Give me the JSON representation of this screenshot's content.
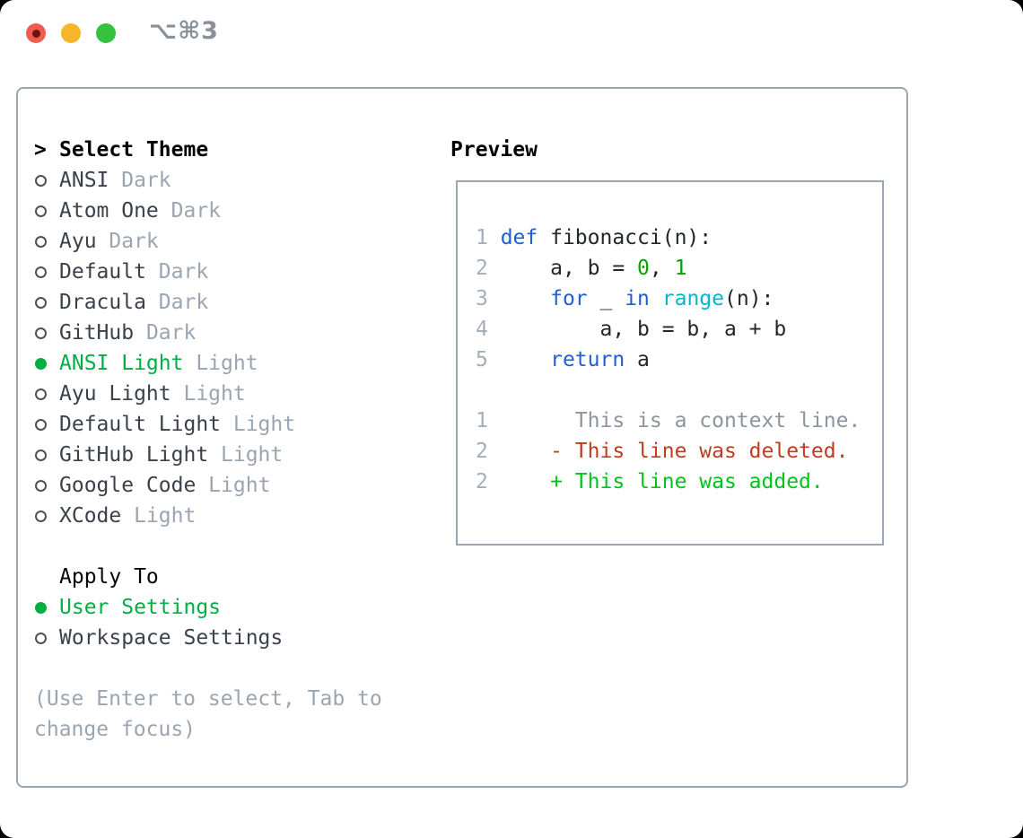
{
  "window": {
    "title": "⌥⌘3",
    "traffic_lights": [
      {
        "name": "close",
        "color": "#f15b51"
      },
      {
        "name": "minimize",
        "color": "#f7b62a"
      },
      {
        "name": "maximize",
        "color": "#36c23f"
      }
    ]
  },
  "theme_panel": {
    "header_prefix": ">",
    "header": "Select Theme",
    "themes": [
      {
        "name": "ANSI",
        "variant": "Dark",
        "selected": false
      },
      {
        "name": "Atom One",
        "variant": "Dark",
        "selected": false
      },
      {
        "name": "Ayu",
        "variant": "Dark",
        "selected": false
      },
      {
        "name": "Default",
        "variant": "Dark",
        "selected": false
      },
      {
        "name": "Dracula",
        "variant": "Dark",
        "selected": false
      },
      {
        "name": "GitHub",
        "variant": "Dark",
        "selected": false
      },
      {
        "name": "ANSI Light",
        "variant": "Light",
        "selected": true
      },
      {
        "name": "Ayu Light",
        "variant": "Light",
        "selected": false
      },
      {
        "name": "Default Light",
        "variant": "Light",
        "selected": false
      },
      {
        "name": "GitHub Light",
        "variant": "Light",
        "selected": false
      },
      {
        "name": "Google Code",
        "variant": "Light",
        "selected": false
      },
      {
        "name": "XCode",
        "variant": "Light",
        "selected": false
      }
    ],
    "apply_header": "Apply To",
    "apply_options": [
      {
        "label": "User Settings",
        "selected": true
      },
      {
        "label": "Workspace Settings",
        "selected": false
      }
    ],
    "help_lines": [
      "(Use Enter to select, Tab to",
      "change focus)"
    ]
  },
  "preview": {
    "header": "Preview",
    "lines": [
      {
        "num": "1",
        "tokens": [
          [
            "def",
            "kw"
          ],
          [
            " fibonacci(n):",
            "plain"
          ]
        ]
      },
      {
        "num": "2",
        "tokens": [
          [
            "    a, b = ",
            "plain"
          ],
          [
            "0",
            "num"
          ],
          [
            ", ",
            "plain"
          ],
          [
            "1",
            "num"
          ]
        ]
      },
      {
        "num": "3",
        "tokens": [
          [
            "    ",
            "plain"
          ],
          [
            "for",
            "kw"
          ],
          [
            " _ ",
            "plain"
          ],
          [
            "in",
            "kw"
          ],
          [
            " ",
            "plain"
          ],
          [
            "range",
            "fn"
          ],
          [
            "(n):",
            "plain"
          ]
        ]
      },
      {
        "num": "4",
        "tokens": [
          [
            "        a, b = b, a + b",
            "plain"
          ]
        ]
      },
      {
        "num": "5",
        "tokens": [
          [
            "    ",
            "plain"
          ],
          [
            "return",
            "kw"
          ],
          [
            " a",
            "plain"
          ]
        ]
      },
      {
        "num": "",
        "tokens": []
      },
      {
        "num": "1",
        "tokens": [
          [
            "      This is a context line.",
            "ctx"
          ]
        ]
      },
      {
        "num": "2",
        "tokens": [
          [
            "    - This line was deleted.",
            "del"
          ]
        ]
      },
      {
        "num": "2",
        "tokens": [
          [
            "    + This line was added.",
            "add"
          ]
        ]
      }
    ]
  },
  "colors": {
    "selection_green": "#00ae43",
    "keyword_blue": "#1f5ed6",
    "literal_green": "#00a400",
    "builtin_cyan": "#00b8c8",
    "deleted_red": "#c23a20",
    "added_green": "#00c41c",
    "muted_gray": "#9aa5b1",
    "border_gray": "#9aa6b2"
  }
}
